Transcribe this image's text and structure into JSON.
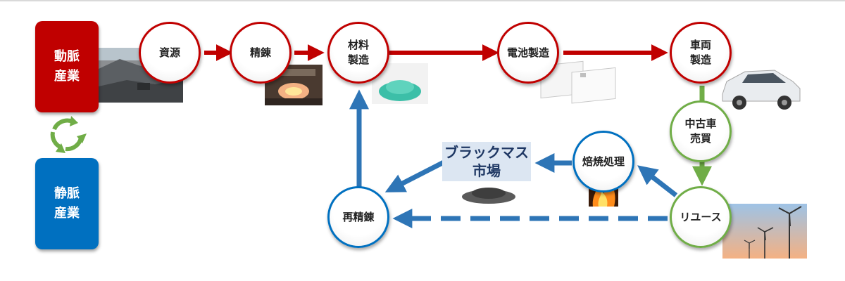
{
  "sectors": {
    "arterial": [
      "動脈",
      "産業"
    ],
    "venous": [
      "静脈",
      "産業"
    ]
  },
  "nodes": {
    "resources": [
      "資源"
    ],
    "refining": [
      "精錬"
    ],
    "material": [
      "材料",
      "製造"
    ],
    "battery": [
      "電池製造"
    ],
    "vehicle": [
      "車両",
      "製造"
    ],
    "used_car": [
      "中古車",
      "売買"
    ],
    "reuse": [
      "リユース"
    ],
    "roasting": [
      "焙焼処理"
    ],
    "re_refining": [
      "再精錬"
    ]
  },
  "market": [
    "ブラックマス",
    "市場"
  ],
  "colors": {
    "arterial": "#c00000",
    "venous": "#0070c0",
    "green": "#70ad47",
    "arrow_blue": "#2e75b6",
    "market_bg": "#dce6f2"
  }
}
